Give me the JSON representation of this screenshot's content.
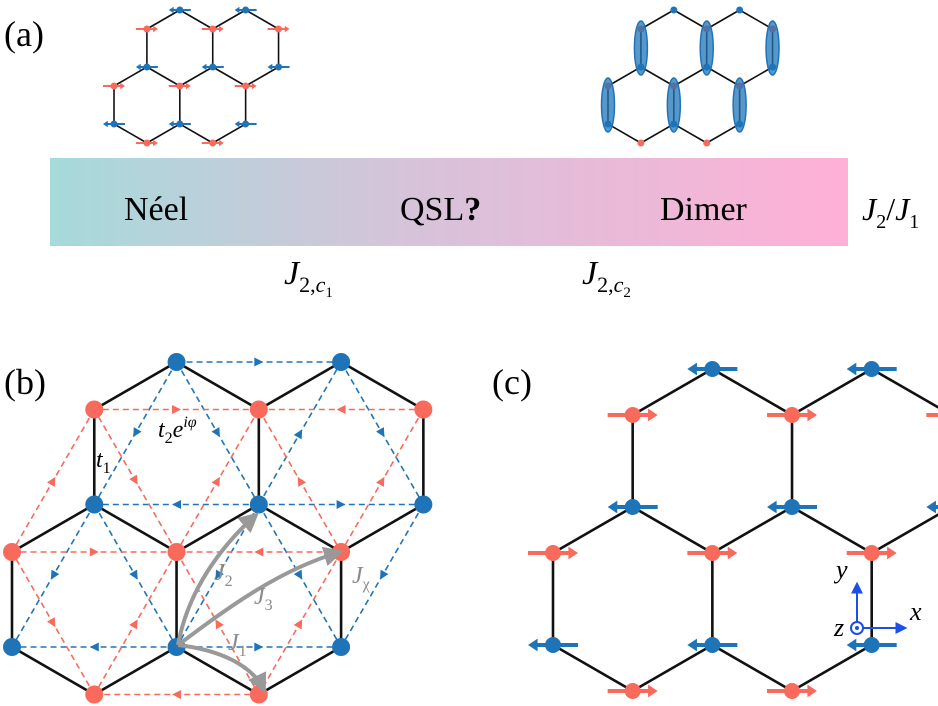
{
  "panels": {
    "a": {
      "label": "(a)"
    },
    "b": {
      "label": "(b)"
    },
    "c": {
      "label": "(c)"
    }
  },
  "phase_bar": {
    "neel": "Néel",
    "qsl": "QSL",
    "qsl_mark": "?",
    "dimer": "Dimer",
    "axis": {
      "J": "J",
      "sub2": "2",
      "slash": "/",
      "sub1": "1"
    },
    "crit1": {
      "J": "J",
      "sub": "2,",
      "c": "c",
      "csub": "1"
    },
    "crit2": {
      "J": "J",
      "sub": "2,",
      "c": "c",
      "csub": "2"
    },
    "gradient": {
      "start": "#a6dada",
      "mid": "#d6c3da",
      "end": "#ffb0d6"
    }
  },
  "panel_b": {
    "t1": {
      "t": "t",
      "sub": "1"
    },
    "t2": {
      "t": "t",
      "sub": "2",
      "e": "e",
      "exp": "iφ"
    },
    "J1": {
      "J": "J",
      "sub": "1"
    },
    "J2": {
      "J": "J",
      "sub": "2"
    },
    "J3": {
      "J": "J",
      "sub": "3"
    },
    "Jchi": {
      "J": "J",
      "sub": "χ"
    }
  },
  "panel_c": {
    "axes": {
      "x": "x",
      "y": "y",
      "z": "z"
    }
  },
  "colors": {
    "red": "#f76a5c",
    "blue": "#1f74b8",
    "bond": "#111111",
    "gray_arrow": "#999999",
    "axis_blue": "#1b4fe8"
  }
}
